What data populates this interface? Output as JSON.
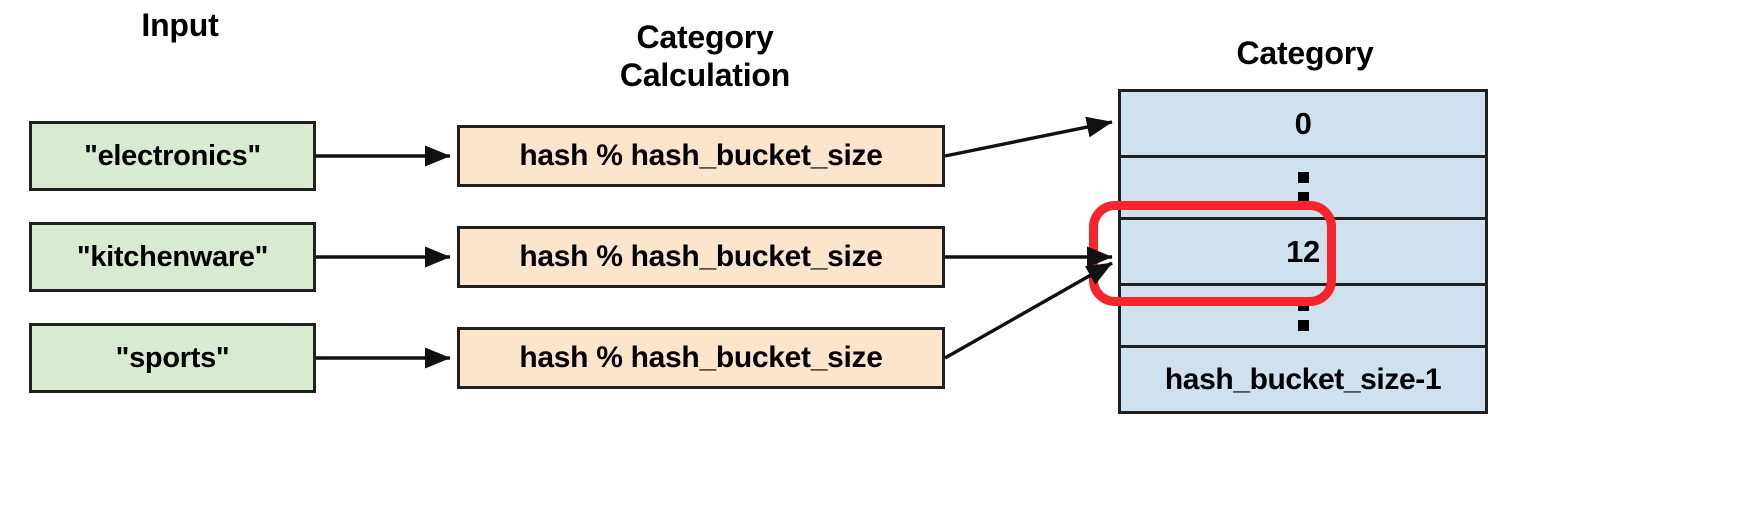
{
  "diagram": {
    "title_columns": {
      "input": "Input",
      "calculation": "Category\nCalculation",
      "category": "Category"
    },
    "inputs": [
      {
        "label": "\"electronics\""
      },
      {
        "label": "\"kitchenware\""
      },
      {
        "label": "\"sports\""
      }
    ],
    "calculations": [
      {
        "label": "hash % hash_bucket_size"
      },
      {
        "label": "hash % hash_bucket_size"
      },
      {
        "label": "hash % hash_bucket_size"
      }
    ],
    "category_table": {
      "rows": [
        {
          "kind": "value",
          "label": "0"
        },
        {
          "kind": "ellipsis",
          "label": ""
        },
        {
          "kind": "value",
          "label": "12"
        },
        {
          "kind": "ellipsis",
          "label": ""
        },
        {
          "kind": "value",
          "label": "hash_bucket_size-1"
        }
      ]
    },
    "highlight": {
      "target_row_label": "12",
      "color": "#f5252b"
    },
    "colors": {
      "input_fill": "#d9ead3",
      "calculation_fill": "#fce5cd",
      "category_fill": "#cfe0ef",
      "stroke": "#202020",
      "highlight": "#f5252b",
      "background": "#ffffff"
    },
    "connections": [
      {
        "from": "\"electronics\"",
        "to": "hash % hash_bucket_size",
        "then": "0"
      },
      {
        "from": "\"kitchenware\"",
        "to": "hash % hash_bucket_size",
        "then": "12"
      },
      {
        "from": "\"sports\"",
        "to": "hash % hash_bucket_size",
        "then": "12"
      }
    ]
  }
}
